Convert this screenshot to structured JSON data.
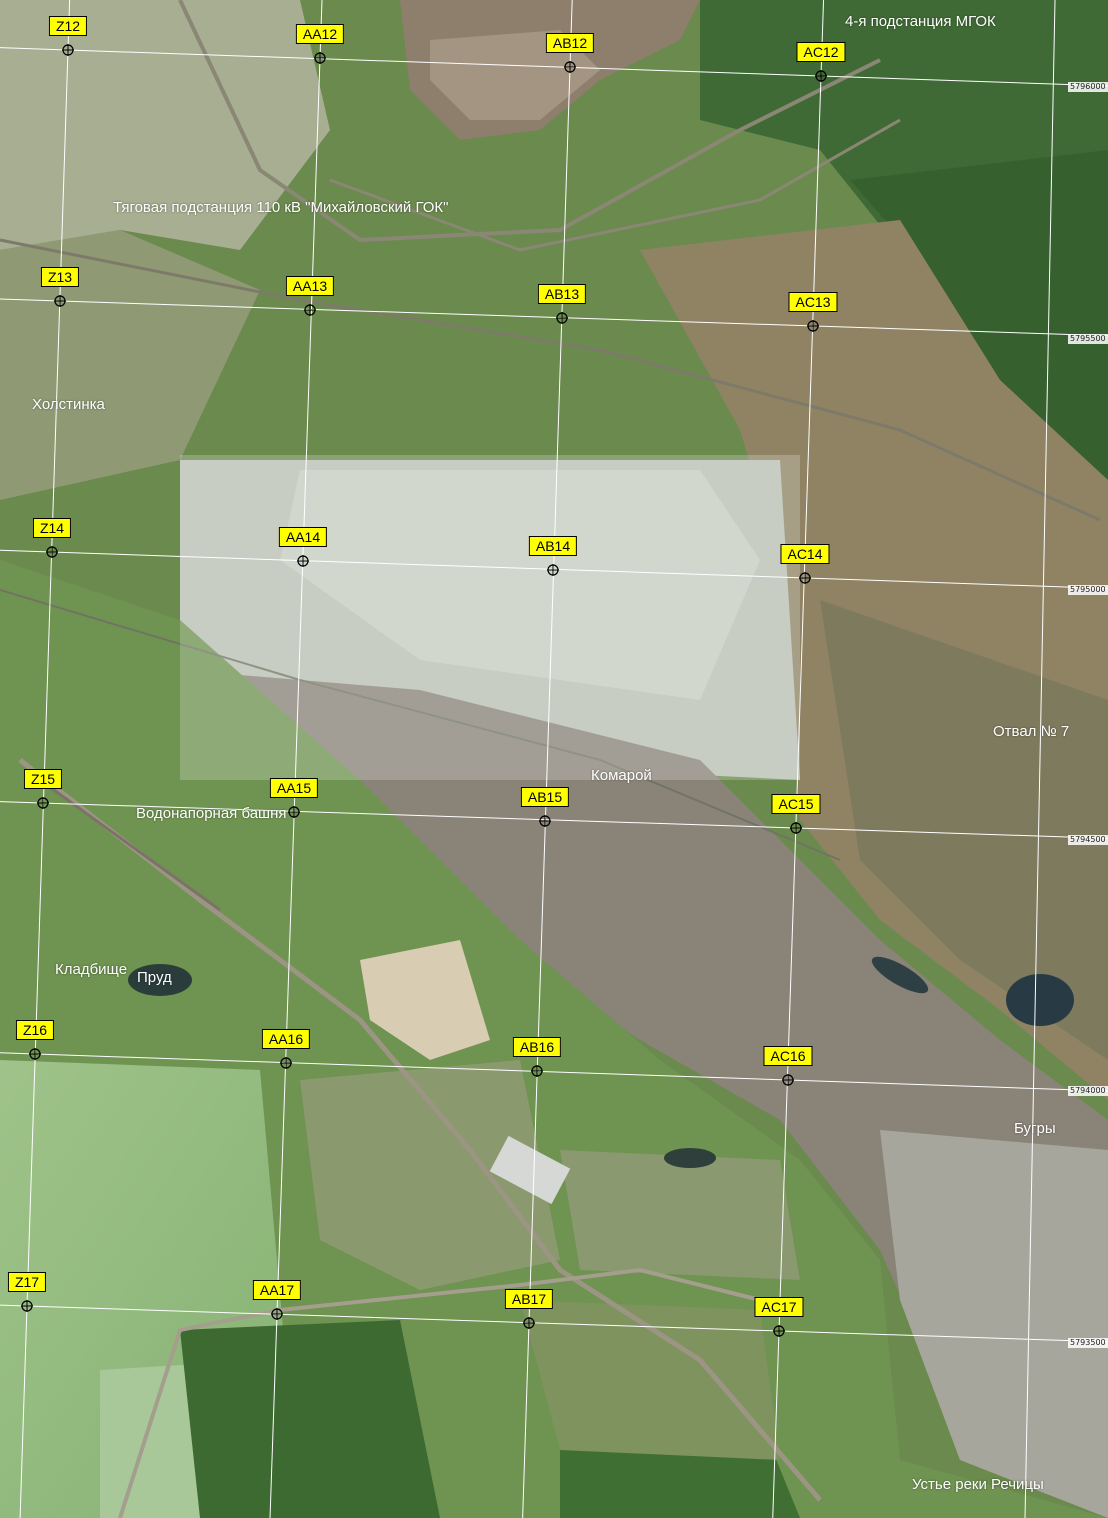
{
  "map": {
    "type": "satellite-imagery-with-grid",
    "grid_color": "#ffffff",
    "tag_color": "#ffff00",
    "grid_cells": [
      {
        "row": "12",
        "labels": [
          "Z12",
          "AA12",
          "AB12",
          "AC12"
        ]
      },
      {
        "row": "13",
        "labels": [
          "Z13",
          "AA13",
          "AB13",
          "AC13"
        ]
      },
      {
        "row": "14",
        "labels": [
          "Z14",
          "AA14",
          "AB14",
          "AC14"
        ]
      },
      {
        "row": "15",
        "labels": [
          "Z15",
          "AA15",
          "AB15",
          "AC15"
        ]
      },
      {
        "row": "16",
        "labels": [
          "Z16",
          "AA16",
          "AB16",
          "AC16"
        ]
      },
      {
        "row": "17",
        "labels": [
          "Z17",
          "AA17",
          "AB17",
          "AC17"
        ]
      }
    ],
    "northing_labels": [
      "5796000",
      "5795500",
      "5795000",
      "5794500",
      "5794000",
      "5793500"
    ],
    "place_labels": {
      "substation_mgok": "4-я подстанция МГОК",
      "traction_substation": "Тяговая подстанция 110 кВ \"Михайловский ГОК\"",
      "kholstinka": "Холстинка",
      "otval7": "Отвал № 7",
      "komaroy": "Комарой",
      "water_tower": "Водонапорная башня",
      "cemetery": "Кладбище",
      "pond": "Пруд",
      "bugry": "Бугры",
      "river_mouth": "Устье реки Речицы"
    }
  }
}
